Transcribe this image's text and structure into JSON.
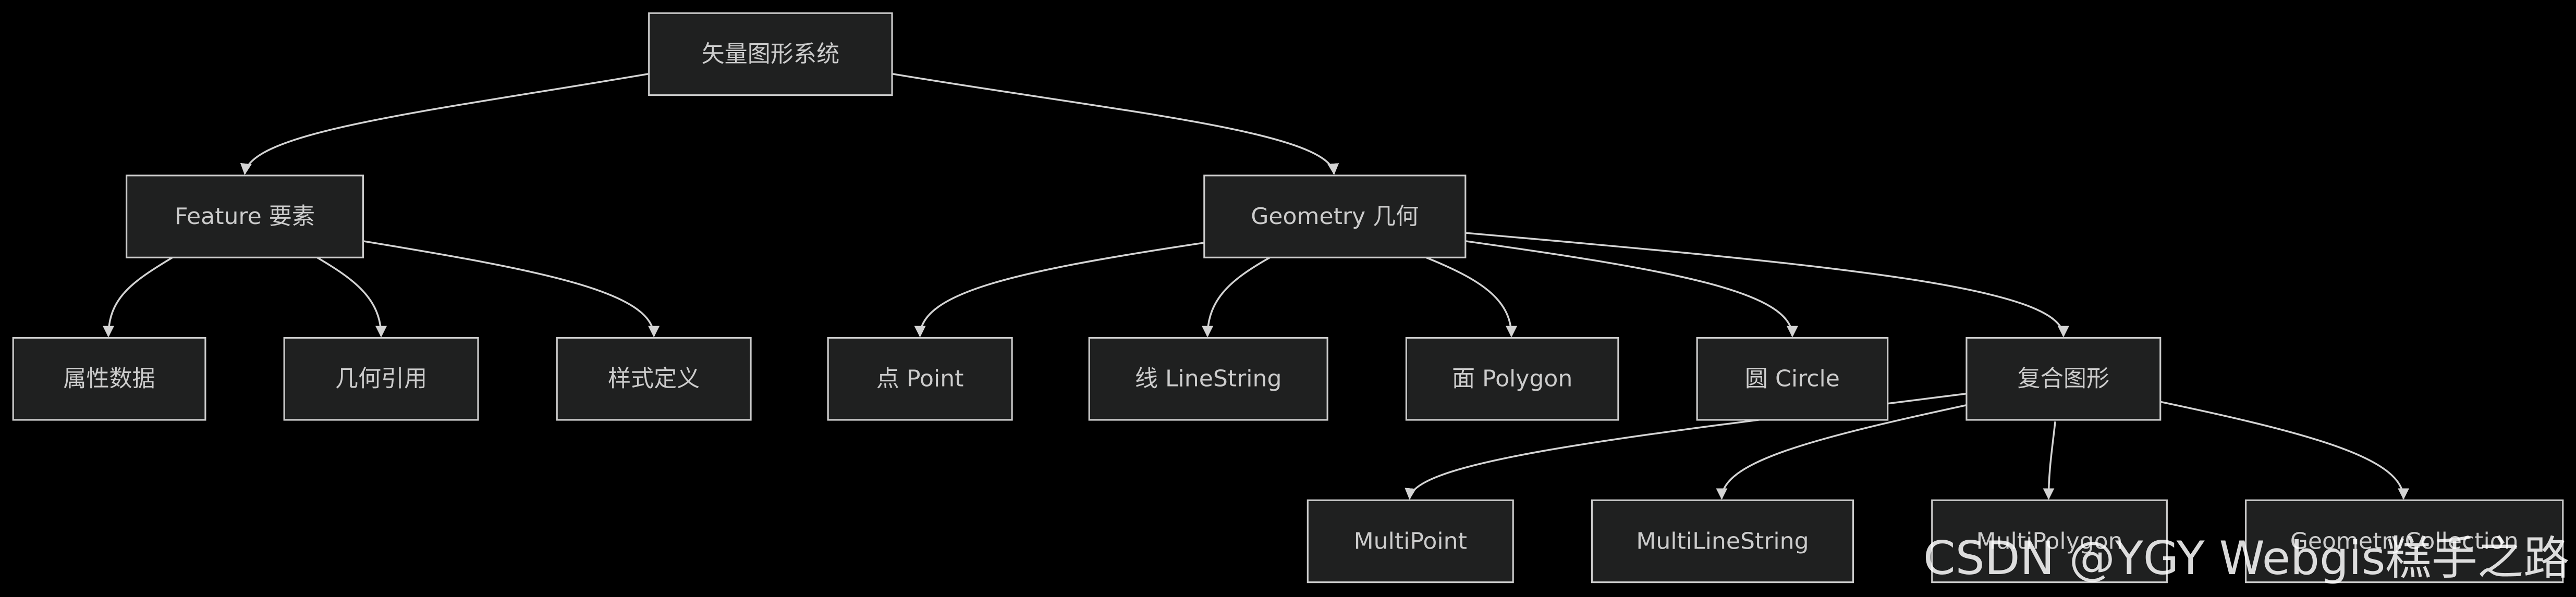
{
  "diagram": {
    "type": "flowchart-tree",
    "nodes": [
      {
        "label": "矢量图形系统"
      },
      {
        "label": "Feature 要素"
      },
      {
        "label": "Geometry 几何"
      },
      {
        "label": "属性数据"
      },
      {
        "label": "几何引用"
      },
      {
        "label": "样式定义"
      },
      {
        "label": "点 Point"
      },
      {
        "label": "线 LineString"
      },
      {
        "label": "面 Polygon"
      },
      {
        "label": "圆 Circle"
      },
      {
        "label": "复合图形"
      },
      {
        "label": "MultiPoint"
      },
      {
        "label": "MultiLineString"
      },
      {
        "label": "MultiPolygon"
      },
      {
        "label": "GeometryCollection"
      }
    ],
    "edges": [
      {
        "from": 0,
        "to": 1
      },
      {
        "from": 0,
        "to": 2
      },
      {
        "from": 1,
        "to": 3
      },
      {
        "from": 1,
        "to": 4
      },
      {
        "from": 1,
        "to": 5
      },
      {
        "from": 2,
        "to": 6
      },
      {
        "from": 2,
        "to": 7
      },
      {
        "from": 2,
        "to": 8
      },
      {
        "from": 2,
        "to": 9
      },
      {
        "from": 2,
        "to": 10
      },
      {
        "from": 10,
        "to": 11
      },
      {
        "from": 10,
        "to": 12
      },
      {
        "from": 10,
        "to": 13
      },
      {
        "from": 10,
        "to": 14
      }
    ]
  },
  "watermark": "CSDN @YGY Webgis糕手之路",
  "colors": {
    "background": "#000000",
    "node_fill": "#1f2020",
    "node_stroke": "#cccccc",
    "text": "#cccccc",
    "edge": "#d3d3d3",
    "watermark": "#ffffff"
  }
}
